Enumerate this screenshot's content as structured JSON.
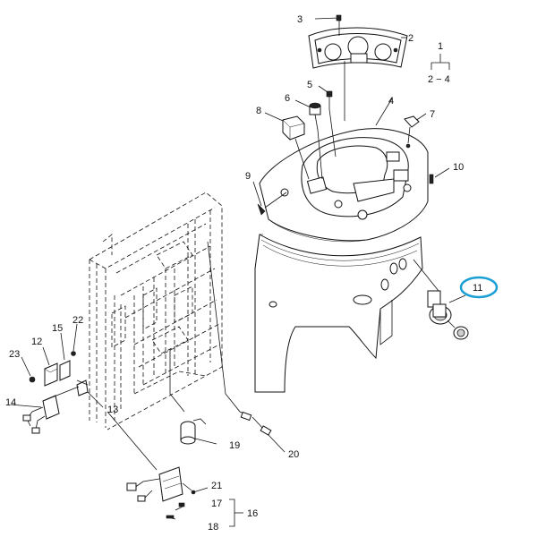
{
  "diagram": {
    "callouts": [
      {
        "id": "c1",
        "label": "1"
      },
      {
        "id": "c2",
        "label": "2"
      },
      {
        "id": "c3",
        "label": "3"
      },
      {
        "id": "c4",
        "label": "4"
      },
      {
        "id": "c5",
        "label": "5"
      },
      {
        "id": "c6",
        "label": "6"
      },
      {
        "id": "c7",
        "label": "7"
      },
      {
        "id": "c8",
        "label": "8"
      },
      {
        "id": "c9",
        "label": "9"
      },
      {
        "id": "c10",
        "label": "10"
      },
      {
        "id": "c11",
        "label": "11",
        "highlighted": true
      },
      {
        "id": "c12",
        "label": "12"
      },
      {
        "id": "c13",
        "label": "13"
      },
      {
        "id": "c14",
        "label": "14"
      },
      {
        "id": "c15",
        "label": "15"
      },
      {
        "id": "c16",
        "label": "16"
      },
      {
        "id": "c17",
        "label": "17"
      },
      {
        "id": "c18",
        "label": "18"
      },
      {
        "id": "c19",
        "label": "19"
      },
      {
        "id": "c20",
        "label": "20"
      },
      {
        "id": "c21",
        "label": "21"
      },
      {
        "id": "c22",
        "label": "22"
      },
      {
        "id": "c23",
        "label": "23"
      }
    ],
    "group_label": "2 − 4",
    "highlight_color": "#1a9fd4"
  }
}
